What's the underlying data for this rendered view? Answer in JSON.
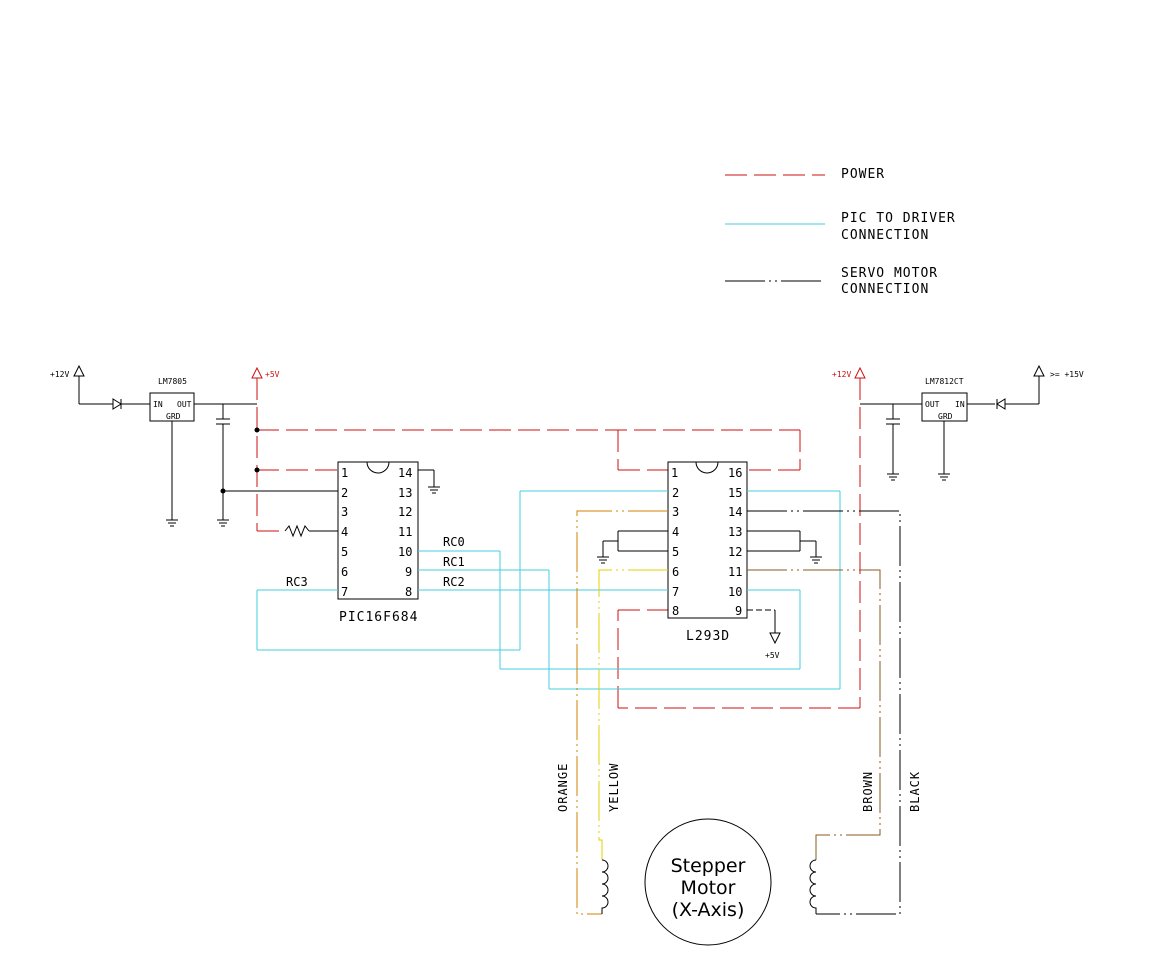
{
  "colors": {
    "power": "#cc1111",
    "pic_to_driver": "#44cce0",
    "servo": "#000000",
    "orange_wire": "#d08000",
    "yellow_wire": "#e0d000",
    "brown_wire": "#8a5a20",
    "black_wire": "#000000"
  },
  "legend": {
    "power": "POWER",
    "pic_line1": "PIC TO DRIVER",
    "pic_line2": "CONNECTION",
    "servo_line1": "SERVO MOTOR",
    "servo_line2": "CONNECTION"
  },
  "supply": {
    "left_in": "+12V",
    "left_reg": "LM7805",
    "left_reg_in": "IN",
    "left_reg_out": "OUT",
    "left_reg_gnd": "GRD",
    "left_out": "+5V",
    "right_out": "+12V",
    "right_reg": "LM7812CT",
    "right_reg_out": "OUT",
    "right_reg_in": "IN",
    "right_reg_gnd": "GRD",
    "right_in": ">= +15V"
  },
  "pic": {
    "name": "PIC16F684",
    "left_pins": [
      "1",
      "2",
      "3",
      "4",
      "5",
      "6",
      "7"
    ],
    "right_pins": [
      "14",
      "13",
      "12",
      "11",
      "10",
      "9",
      "8"
    ],
    "signals": {
      "rc0": "RC0",
      "rc1": "RC1",
      "rc2": "RC2",
      "rc3": "RC3"
    }
  },
  "driver": {
    "name": "L293D",
    "left_pins": [
      "1",
      "2",
      "3",
      "4",
      "5",
      "6",
      "7",
      "8"
    ],
    "right_pins": [
      "16",
      "15",
      "14",
      "13",
      "12",
      "11",
      "10",
      "9"
    ],
    "pin9_supply": "+5V"
  },
  "wires": {
    "orange": "ORANGE",
    "yellow": "YELLOW",
    "brown": "BROWN",
    "black": "BLACK"
  },
  "motor": {
    "line1": "Stepper",
    "line2": "Motor",
    "line3": "(X-Axis)"
  }
}
